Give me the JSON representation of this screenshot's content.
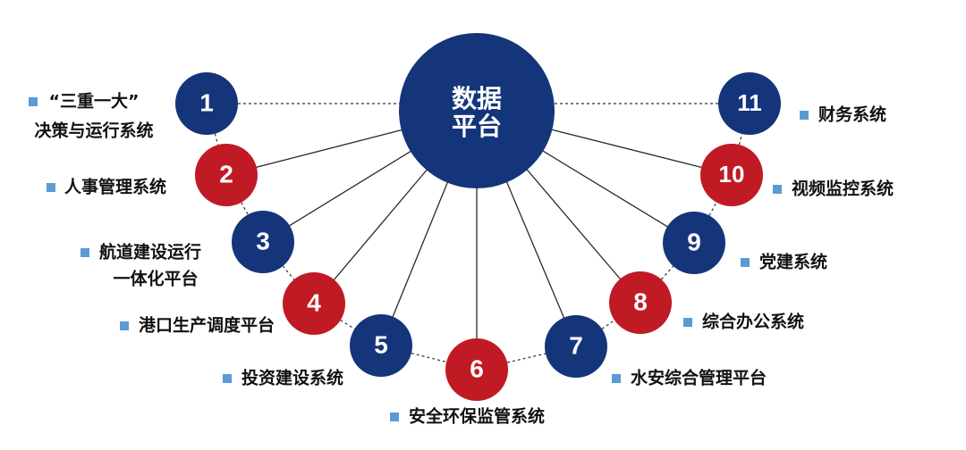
{
  "hub": {
    "lines": [
      "数据",
      "平台"
    ],
    "color": "#15357a"
  },
  "colors": {
    "navy": "#15357a",
    "red": "#c01a24",
    "bullet": "#5b9bd5",
    "line": "#2a2a2a",
    "dash": "#333333",
    "text": "#111111"
  },
  "nodes": [
    {
      "num": "1",
      "color": "navy",
      "label": [
        "“三重一大”",
        "决策与运行系统"
      ]
    },
    {
      "num": "2",
      "color": "red",
      "label": [
        "人事管理系统"
      ]
    },
    {
      "num": "3",
      "color": "navy",
      "label": [
        "航道建设运行",
        "一体化平台"
      ]
    },
    {
      "num": "4",
      "color": "red",
      "label": [
        "港口生产调度平台"
      ]
    },
    {
      "num": "5",
      "color": "navy",
      "label": [
        "投资建设系统"
      ]
    },
    {
      "num": "6",
      "color": "red",
      "label": [
        "安全环保监管系统"
      ]
    },
    {
      "num": "7",
      "color": "navy",
      "label": [
        "水安综合管理平台"
      ]
    },
    {
      "num": "8",
      "color": "red",
      "label": [
        "综合办公系统"
      ]
    },
    {
      "num": "9",
      "color": "navy",
      "label": [
        "党建系统"
      ]
    },
    {
      "num": "10",
      "color": "red",
      "label": [
        "视频监控系统"
      ]
    },
    {
      "num": "11",
      "color": "navy",
      "label": [
        "财务系统"
      ]
    }
  ]
}
